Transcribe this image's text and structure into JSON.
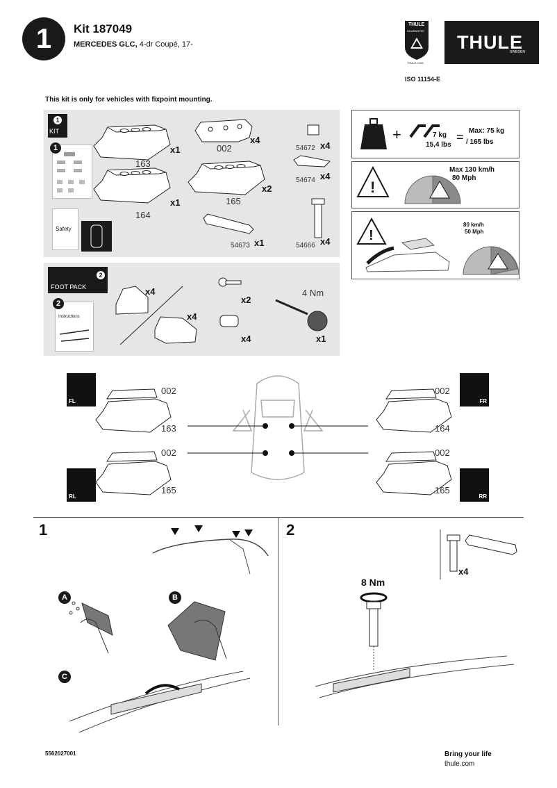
{
  "header": {
    "step_number": "1",
    "kit_title": "Kit 187049",
    "vehicle_make": "MERCEDES GLC,",
    "vehicle_desc": " 4-dr Coupé, 17-",
    "iso": "ISO 11154-E",
    "guarantee_top": "THULE",
    "guarantee_mid": "GUARANTEE",
    "guarantee_url": "THULE.COM",
    "brand": "THULE",
    "brand_sub": "SWEDEN"
  },
  "notice": "This kit is only for vehicles with fixpoint mounting.",
  "kit_panel": {
    "kit_badge": "1",
    "kit_label": "KIT",
    "manual_badge": "1",
    "safety_label": "Safety",
    "parts": [
      {
        "code": "163",
        "qty": "x1"
      },
      {
        "code": "002",
        "qty": "x4"
      },
      {
        "code": "54672",
        "qty": "x4"
      },
      {
        "code": "164",
        "qty": "x1"
      },
      {
        "code": "165",
        "qty": "x2"
      },
      {
        "code": "54674",
        "qty": "x4"
      },
      {
        "code": "54673",
        "qty": "x1"
      },
      {
        "code": "54666",
        "qty": "x4"
      }
    ]
  },
  "load_box": {
    "weight": "7 kg",
    "weight_lbs": "15,4 lbs",
    "equals": "=",
    "plus": "+",
    "max_load": "Max: 75 kg",
    "max_load_lbs": "/ 165 lbs"
  },
  "speed_box": {
    "line1": "Max  130 km/h",
    "line2": "80 Mph"
  },
  "speed_box2": {
    "line1": "80 km/h",
    "line2": "50 Mph"
  },
  "foot_panel": {
    "badge": "2",
    "label": "FOOT PACK",
    "manual_badge": "2",
    "manual_title": "Instructions",
    "foot_qty1": "x4",
    "foot_qty2": "x4",
    "key_qty": "x2",
    "lock_qty": "x4",
    "tool_torque": "4 Nm",
    "tool_qty": "x1"
  },
  "positions": {
    "fl": {
      "tab": "FL",
      "top": "002",
      "bottom": "163"
    },
    "fr": {
      "tab": "FR",
      "top": "002",
      "bottom": "164"
    },
    "rl": {
      "tab": "RL",
      "top": "002",
      "bottom": "165"
    },
    "rr": {
      "tab": "RR",
      "top": "002",
      "bottom": "165"
    }
  },
  "steps": {
    "step1": "1",
    "step2": "2",
    "step_a": "A",
    "step_b": "B",
    "step_c": "C",
    "torque": "8 Nm",
    "bolt_qty": "x4"
  },
  "footer": {
    "doc_number": "5562027001",
    "slogan": "Bring your life",
    "url": "thule.com"
  },
  "colors": {
    "dark": "#1a1a1a",
    "panel": "#e6e6e6",
    "warning_red": "#8a8a8a"
  }
}
